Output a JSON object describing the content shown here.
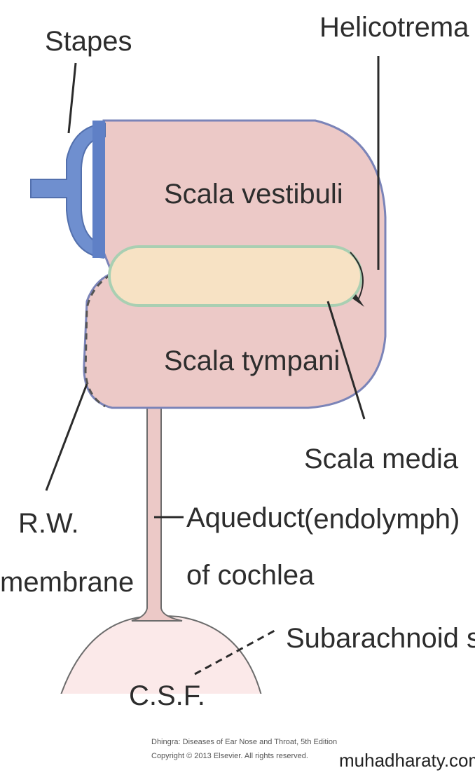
{
  "labels": {
    "stapes": "Stapes",
    "helicotrema": "Helicotrema",
    "scala_vestibuli": "Scala vestibuli",
    "scala_tympani": "Scala tympani",
    "scala_media_1": "Scala media",
    "scala_media_2": "(endolymph)",
    "rw_membrane_1": "R.W.",
    "rw_membrane_2": "membrane",
    "aqueduct_1": "Aqueduct",
    "aqueduct_2": "of cochlea",
    "subarachnoid": "Subarachnoid space",
    "csf": "C.S.F."
  },
  "credit": {
    "line1": "Dhingra: Diseases of Ear Nose and Throat, 5th Edition",
    "line2": "Copyright © 2013 Elsevier. All rights reserved."
  },
  "watermark": "muhadharaty.com",
  "colors": {
    "perilymph": "#ecc9c7",
    "stapes": "#6f8fcf",
    "endolymph_fill": "#f7e2c4",
    "endolymph_edge": "#a9cfb2",
    "csf_space": "#fbe9e9",
    "line": "#2b2b2b"
  }
}
